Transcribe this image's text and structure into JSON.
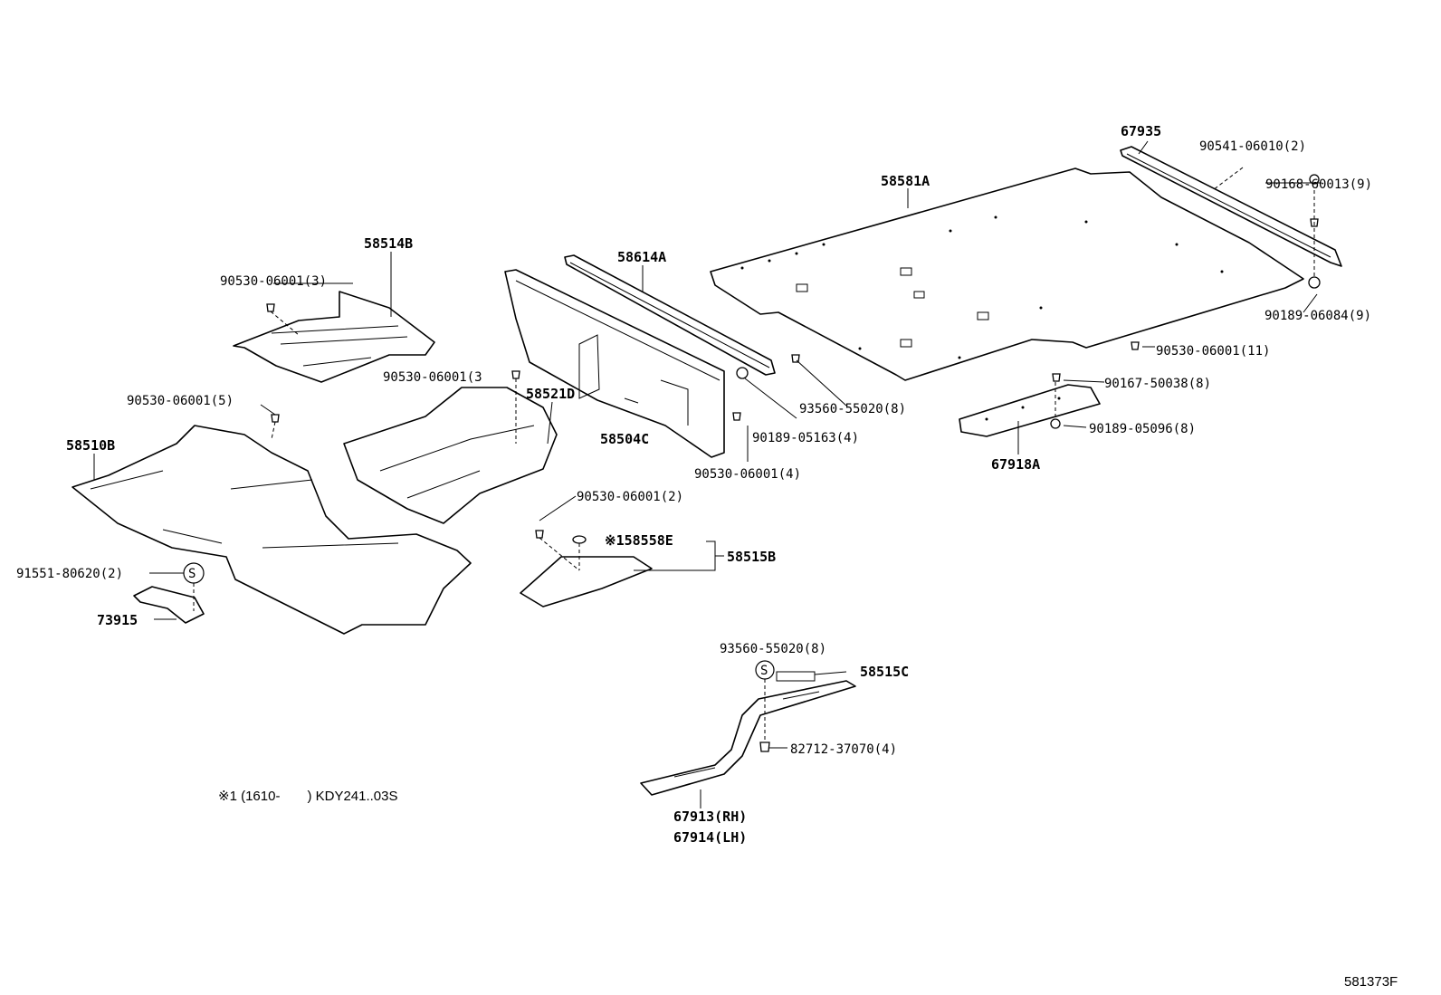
{
  "labels": {
    "p67935": "67935",
    "p90541_06010": "90541-06010(2)",
    "p58581A": "58581A",
    "p90168_60013": "90168-60013(9)",
    "p90189_06084": "90189-06084(9)",
    "p58614A": "58614A",
    "p58514B": "58514B",
    "p90530_06001_3a": "90530-06001(3)",
    "p90530_06001_3b": "90530-06001(3",
    "p58521D": "58521D",
    "p90530_06001_5": "90530-06001(5)",
    "p58510B": "58510B",
    "p58504C": "58504C",
    "p93560_55020_a": "93560-55020(8)",
    "p90189_05163": "90189-05163(4)",
    "p90530_06001_4": "90530-06001(4)",
    "p90530_06001_11": "90530-06001(11)",
    "p90167_50038": "90167-50038(8)",
    "p90189_05096": "90189-05096(8)",
    "p67918A": "67918A",
    "p90530_06001_2": "90530-06001(2)",
    "p58558E": "※158558E",
    "p58515B": "58515B",
    "p91551_80620": "91551-80620(2)",
    "p73915": "73915",
    "p93560_55020_b": "93560-55020(8)",
    "p58515C": "58515C",
    "p82712_37070": "82712-37070(4)",
    "p67913": "67913(RH)",
    "p67914": "67914(LH)",
    "s_mark": "S"
  },
  "footnote": "※1 (1610-　　) KDY241..03S",
  "figure_id": "581373F"
}
